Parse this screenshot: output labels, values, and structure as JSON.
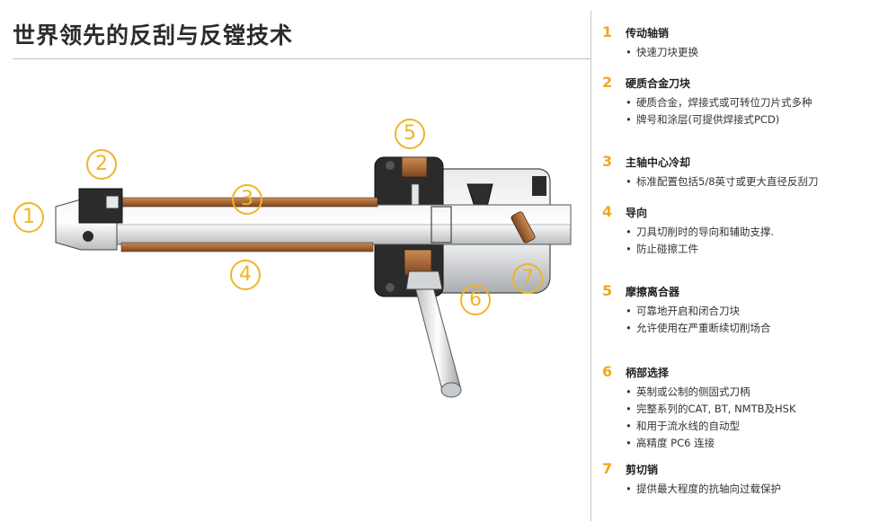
{
  "title": "世界领先的反刮与反镗技术",
  "callouts": [
    "1",
    "2",
    "3",
    "4",
    "5",
    "6",
    "7"
  ],
  "colors": {
    "accent": "#f0b428",
    "copper": "#a8693a",
    "steel": "#d6d8da"
  },
  "features": [
    {
      "num": "1",
      "title": "传动轴销",
      "bullets": [
        "快速刀块更换"
      ]
    },
    {
      "num": "2",
      "title": "硬质合金刀块",
      "bullets": [
        "硬质合金，焊接式或可转位刀片式多种",
        "牌号和涂层(可提供焊接式PCD)"
      ]
    },
    {
      "num": "3",
      "title": "主轴中心冷却",
      "bullets": [
        "标准配置包括5/8英寸或更大直径反刮刀"
      ]
    },
    {
      "num": "4",
      "title": "导向",
      "bullets": [
        "刀具切削时的导向和辅助支撑.",
        "防止碰擦工件"
      ]
    },
    {
      "num": "5",
      "title": "摩擦离合器",
      "bullets": [
        "可靠地开启和闭合刀块",
        "允许使用在严重断续切削场合"
      ]
    },
    {
      "num": "6",
      "title": "柄部选择",
      "bullets": [
        "英制或公制的侧固式刀柄",
        "完整系列的CAT, BT, NMTB及HSK",
        "和用于流水线的自动型",
        "高精度 PC6 连接"
      ]
    },
    {
      "num": "7",
      "title": "剪切销",
      "bullets": [
        "提供最大程度的抗轴向过载保护"
      ]
    }
  ]
}
